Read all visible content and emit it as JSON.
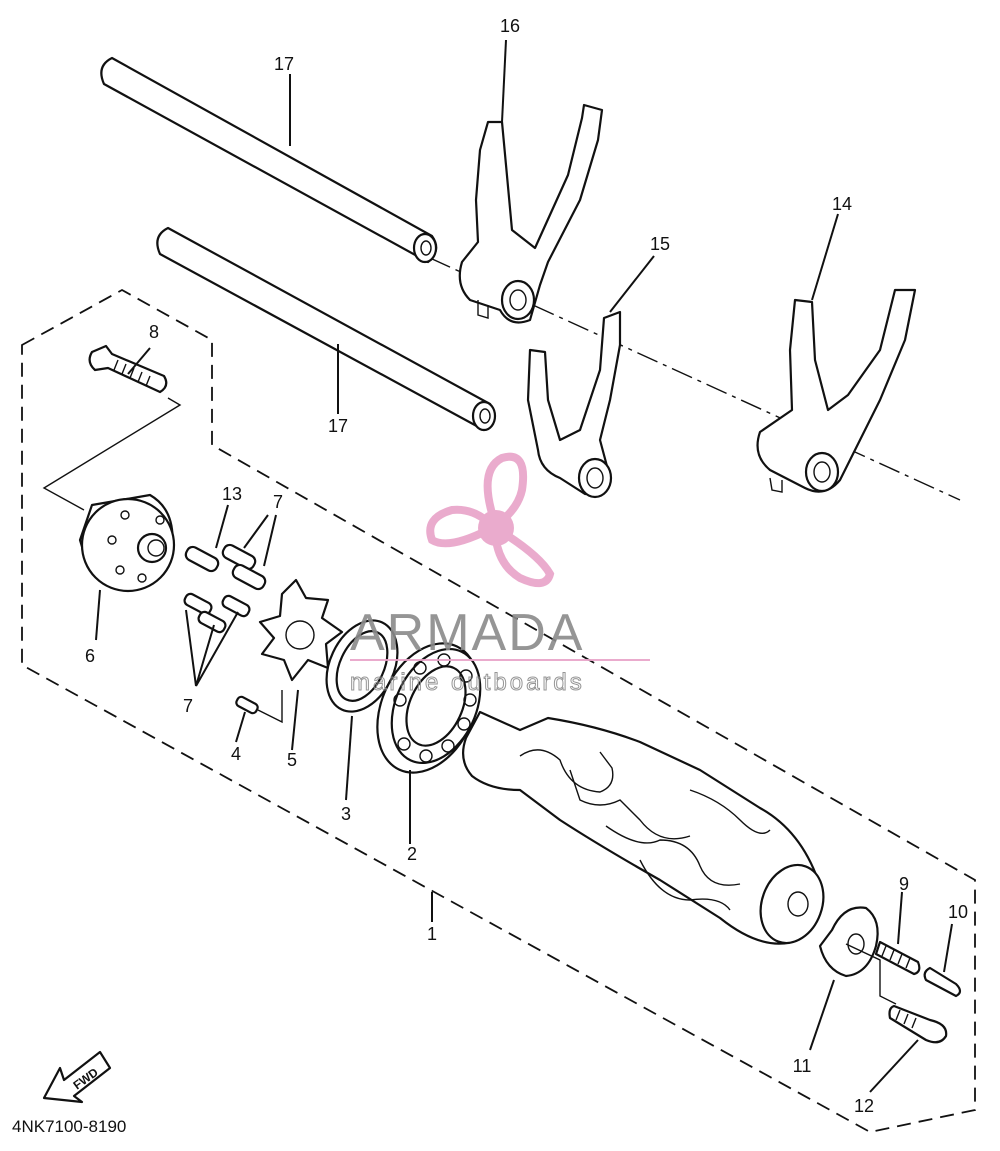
{
  "diagram": {
    "part_code": "4NK7100-8190",
    "direction_badge": "FWD",
    "watermark": {
      "brand": "ARMADA",
      "tagline": "marine outboards",
      "color": "#e8a3c8"
    },
    "callouts": [
      {
        "id": "c1",
        "label": "1"
      },
      {
        "id": "c2",
        "label": "2"
      },
      {
        "id": "c3",
        "label": "3"
      },
      {
        "id": "c4",
        "label": "4"
      },
      {
        "id": "c5",
        "label": "5"
      },
      {
        "id": "c6",
        "label": "6"
      },
      {
        "id": "c7a",
        "label": "7"
      },
      {
        "id": "c7b",
        "label": "7"
      },
      {
        "id": "c8",
        "label": "8"
      },
      {
        "id": "c9",
        "label": "9"
      },
      {
        "id": "c10",
        "label": "10"
      },
      {
        "id": "c11",
        "label": "11"
      },
      {
        "id": "c12",
        "label": "12"
      },
      {
        "id": "c13",
        "label": "13"
      },
      {
        "id": "c14",
        "label": "14"
      },
      {
        "id": "c15",
        "label": "15"
      },
      {
        "id": "c16",
        "label": "16"
      },
      {
        "id": "c17a",
        "label": "17"
      },
      {
        "id": "c17b",
        "label": "17"
      }
    ]
  }
}
